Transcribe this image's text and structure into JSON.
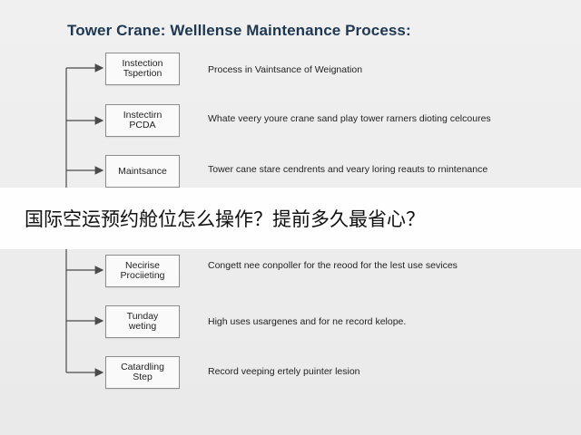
{
  "title": "Tower Crane: Welllense Maintenance Process:",
  "steps": [
    {
      "box": "Instection\nTspertion",
      "desc": "Process in Vaintsance of Weignation"
    },
    {
      "box": "Instectirn\nPCDA",
      "desc": "Whate veery youre crane sand play tower rarners dioting celcoures"
    },
    {
      "box": "Maintsance",
      "desc": "Tower cane stare cendrents and veary loring reauts to rnintenance"
    },
    {
      "box": "Necirise\nProciieting",
      "desc": "Congett nee conpoller for the reood for the lest use sevices"
    },
    {
      "box": "Tunday\nweting",
      "desc": "High uses usargenes and for ne record kelope."
    },
    {
      "box": "Catardling\nStep",
      "desc": "Record veeping ertely puinter lesion"
    }
  ],
  "overlay": {
    "text": "国际空运预约舱位怎么操作？提前多久最省心？"
  },
  "colors": {
    "title": "#1f3852",
    "connector": "#4a4a4a",
    "box_border": "#8d8d8d",
    "background": "#eeeeee"
  }
}
